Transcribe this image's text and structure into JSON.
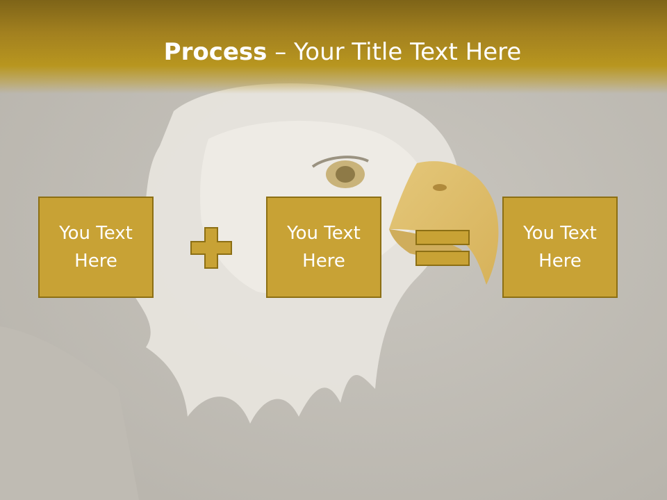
{
  "title": {
    "bold": "Process",
    "separator": " – ",
    "rest": "Your Title Text Here"
  },
  "boxes": [
    {
      "label": "You Text Here"
    },
    {
      "label": "You Text Here"
    },
    {
      "label": "You Text Here"
    }
  ],
  "operators": [
    "plus-icon",
    "equals-icon"
  ],
  "colors": {
    "accent": "#c8a235",
    "accent_border": "#8c6f14",
    "header": "#a2801f",
    "background": "#c9c6bf",
    "text": "#ffffff"
  },
  "background_image": "eagle-head"
}
